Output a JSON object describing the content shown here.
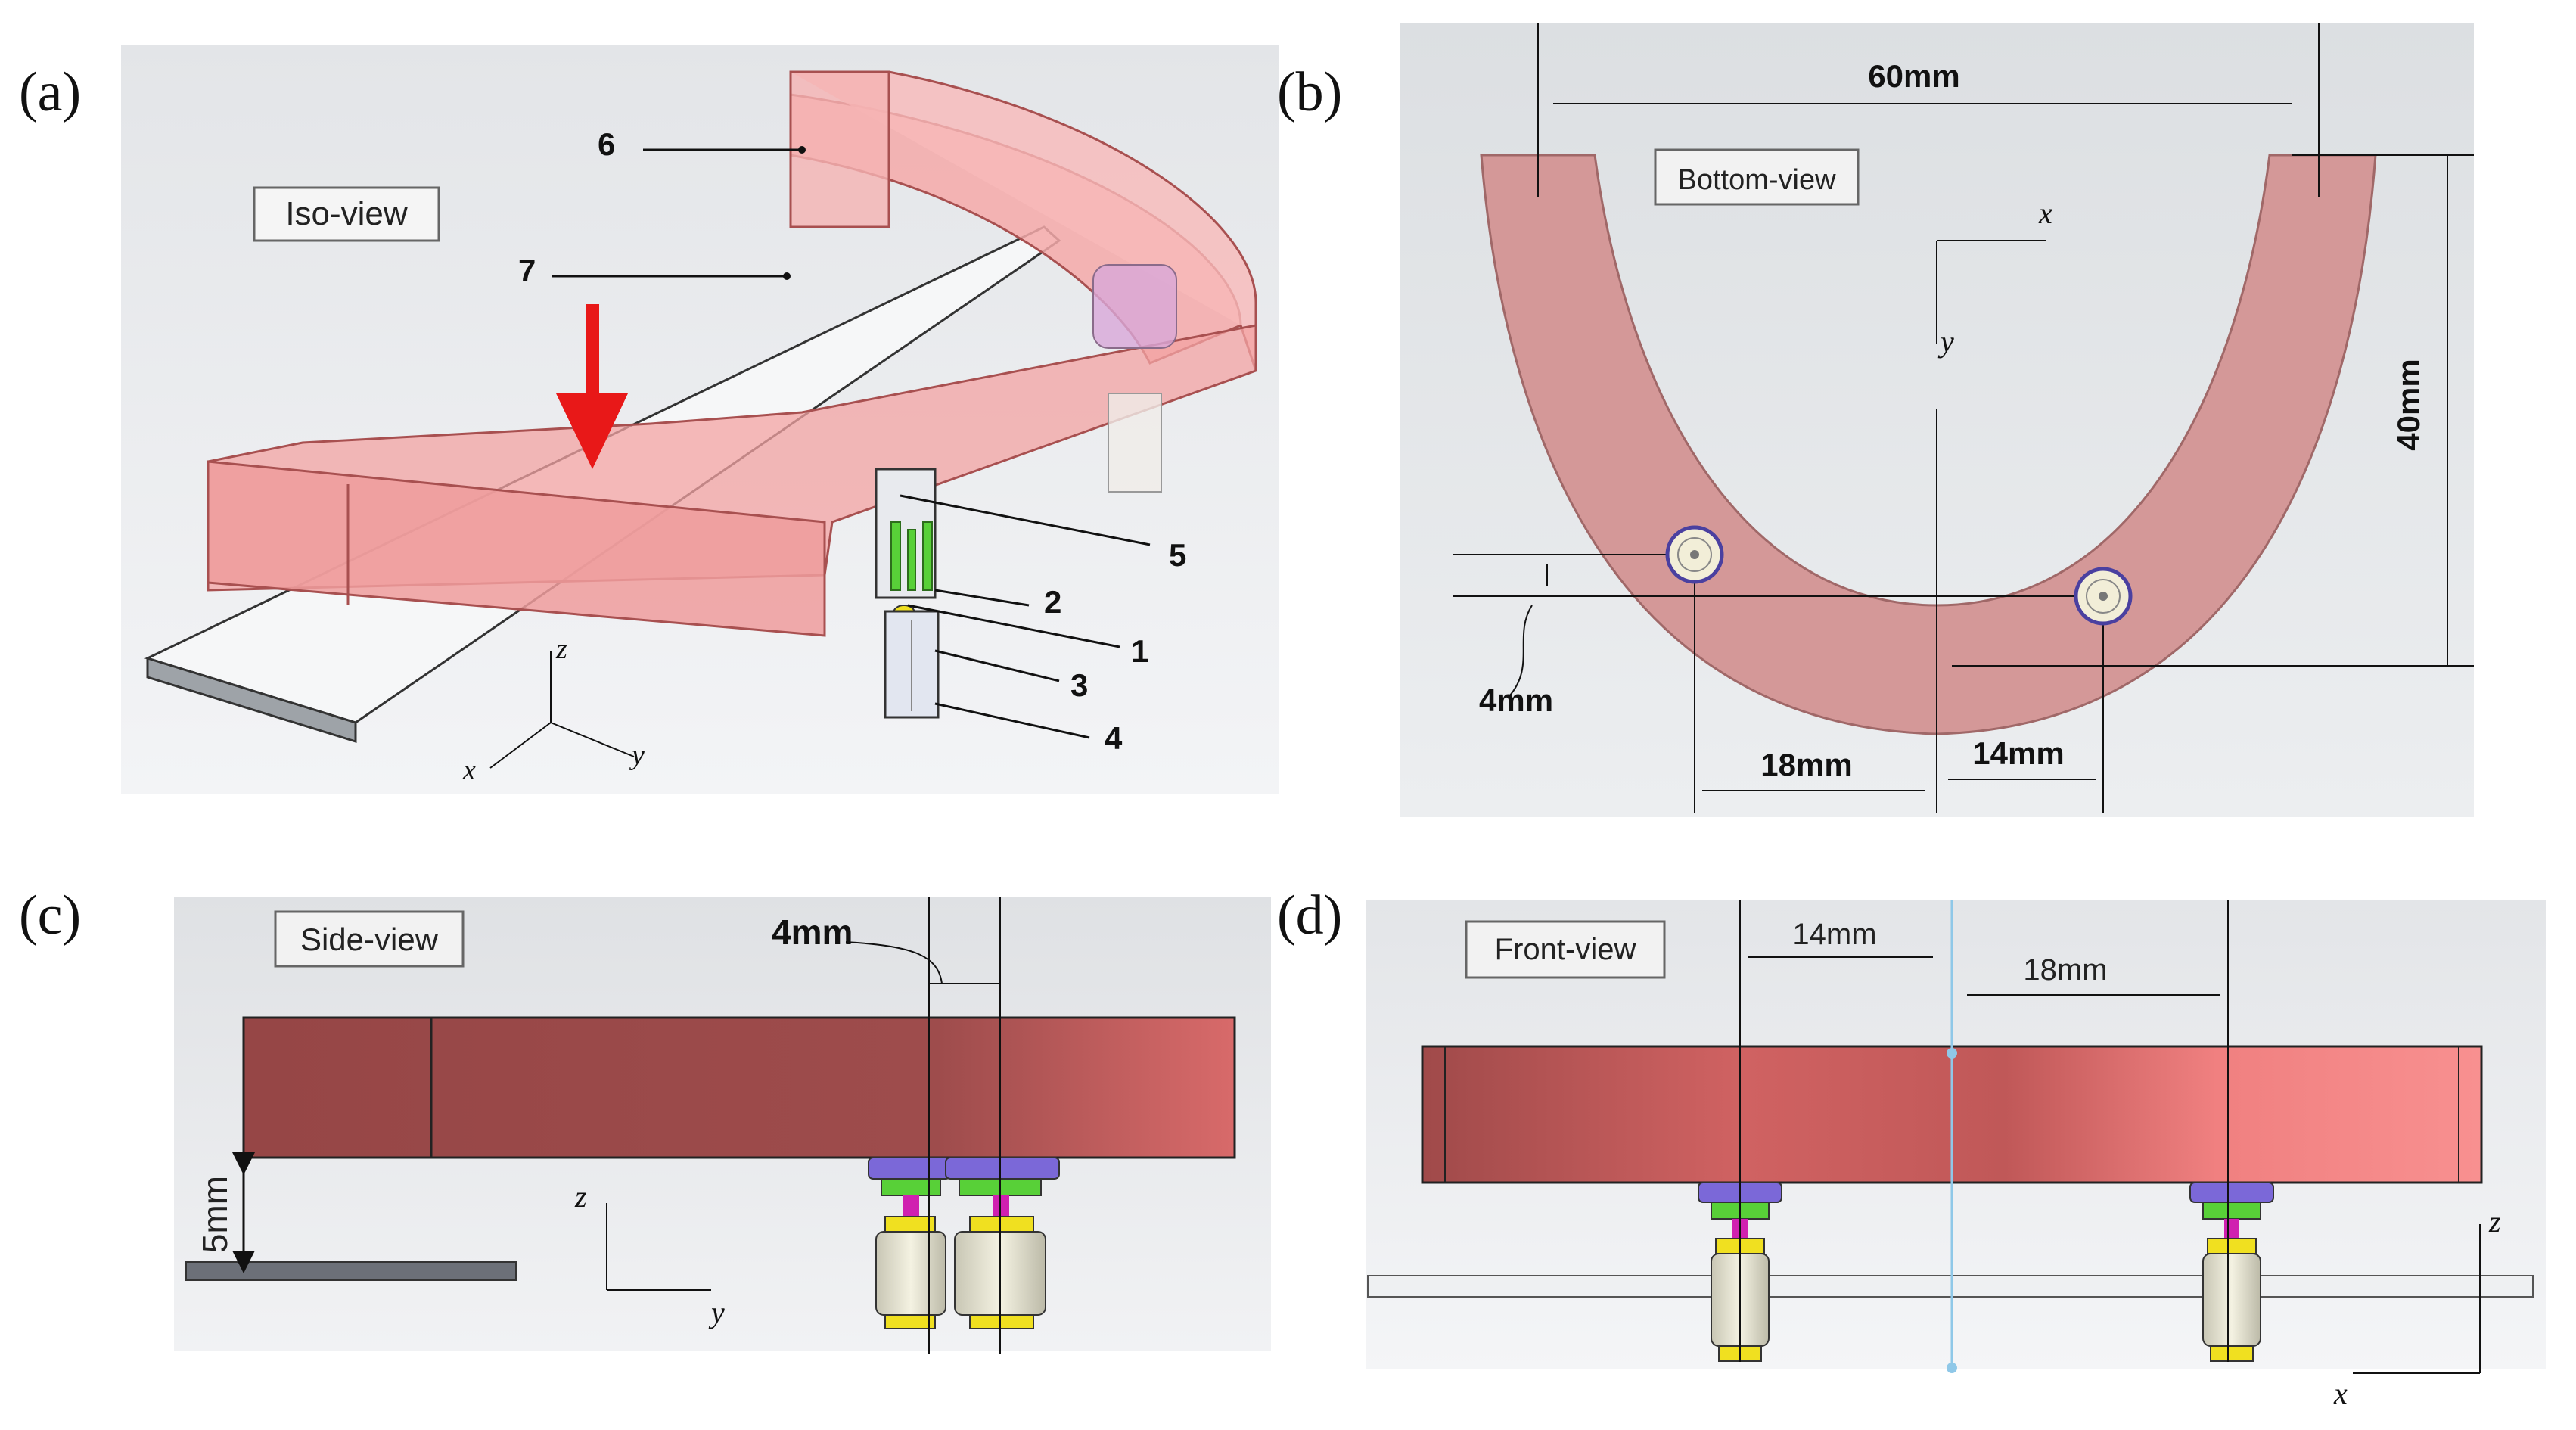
{
  "panels": {
    "a": {
      "letter": "(a)",
      "view_label": "Iso-view",
      "callouts": [
        "6",
        "7",
        "5",
        "2",
        "1",
        "3",
        "4"
      ],
      "axes": {
        "x": "x",
        "y": "y",
        "z": "z"
      }
    },
    "b": {
      "letter": "(b)",
      "view_label": "Bottom-view",
      "dimensions": {
        "width": "60mm",
        "height": "40mm",
        "offset": "4mm",
        "left": "18mm",
        "right": "14mm"
      },
      "axes": {
        "x": "x",
        "y": "y"
      }
    },
    "c": {
      "letter": "(c)",
      "view_label": "Side-view",
      "dimensions": {
        "top": "4mm",
        "gap": "5mm"
      },
      "axes": {
        "z": "z",
        "y": "y"
      }
    },
    "d": {
      "letter": "(d)",
      "view_label": "Front-view",
      "dimensions": {
        "left": "14mm",
        "right": "18mm"
      },
      "axes": {
        "z": "z",
        "x": "x"
      }
    }
  },
  "colors": {
    "block_pink": "#f2a0a0",
    "block_dark": "#9a4a4a",
    "block_front": "#d86868",
    "arrow_red": "#e81818",
    "plate": "#eef0f2",
    "sensor_green": "#58d038",
    "sensor_purple": "#7b68d8",
    "sensor_yellow": "#f0e020",
    "sensor_cream": "#f0eedd",
    "magenta": "#d020b0",
    "light_blue": "#8fc8e8"
  }
}
